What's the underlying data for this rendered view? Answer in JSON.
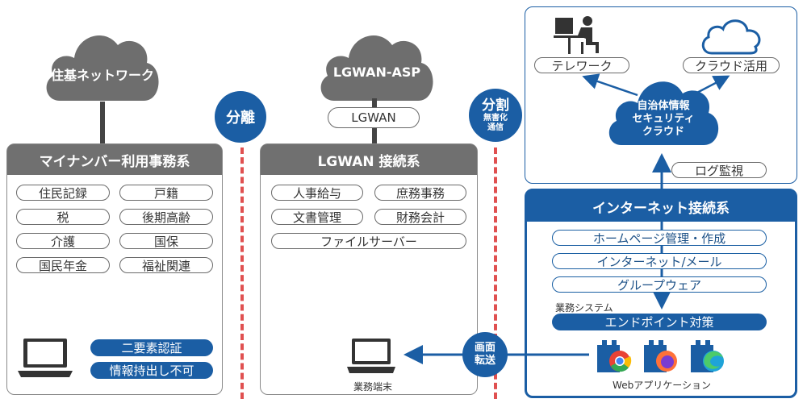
{
  "clouds": {
    "juki": "住基ネットワーク",
    "lgwan_asp": "LGWAN-ASP",
    "security_cloud": [
      "自治体情報",
      "セキュリティ",
      "クラウド"
    ]
  },
  "lgwan_pill": "LGWAN",
  "separators": {
    "left": {
      "title": "分離"
    },
    "right": {
      "title": "分割",
      "sub1": "無害化",
      "sub2": "通信"
    }
  },
  "mynumber_panel": {
    "title": "マイナンバー利用事務系",
    "items": [
      "住民記録",
      "戸籍",
      "税",
      "後期高齢",
      "介護",
      "国保",
      "国民年金",
      "福祉関連"
    ],
    "badges": [
      "二要素認証",
      "情報持出し不可"
    ]
  },
  "lgwan_panel": {
    "title": "LGWAN 接続系",
    "items": [
      "人事給与",
      "庶務事務",
      "文書管理",
      "財務会計",
      "ファイルサーバー"
    ],
    "terminal_label": "業務端末"
  },
  "cloud_area": {
    "telework": "テレワーク",
    "cloud_use": "クラウド活用",
    "log": "ログ監視"
  },
  "internet_panel": {
    "title": "インターネット接続系",
    "items": [
      "ホームページ管理・作成",
      "インターネット/メール",
      "グループウェア"
    ],
    "system_label": "業務システム",
    "endpoint": "エンドポイント対策",
    "webapp_label": "Webアプリケーション"
  },
  "transfer_label": [
    "画面",
    "転送"
  ],
  "colors": {
    "primary": "#1b5ea4",
    "gray_cloud": "#6e6e6e",
    "divider": "#e05050"
  }
}
